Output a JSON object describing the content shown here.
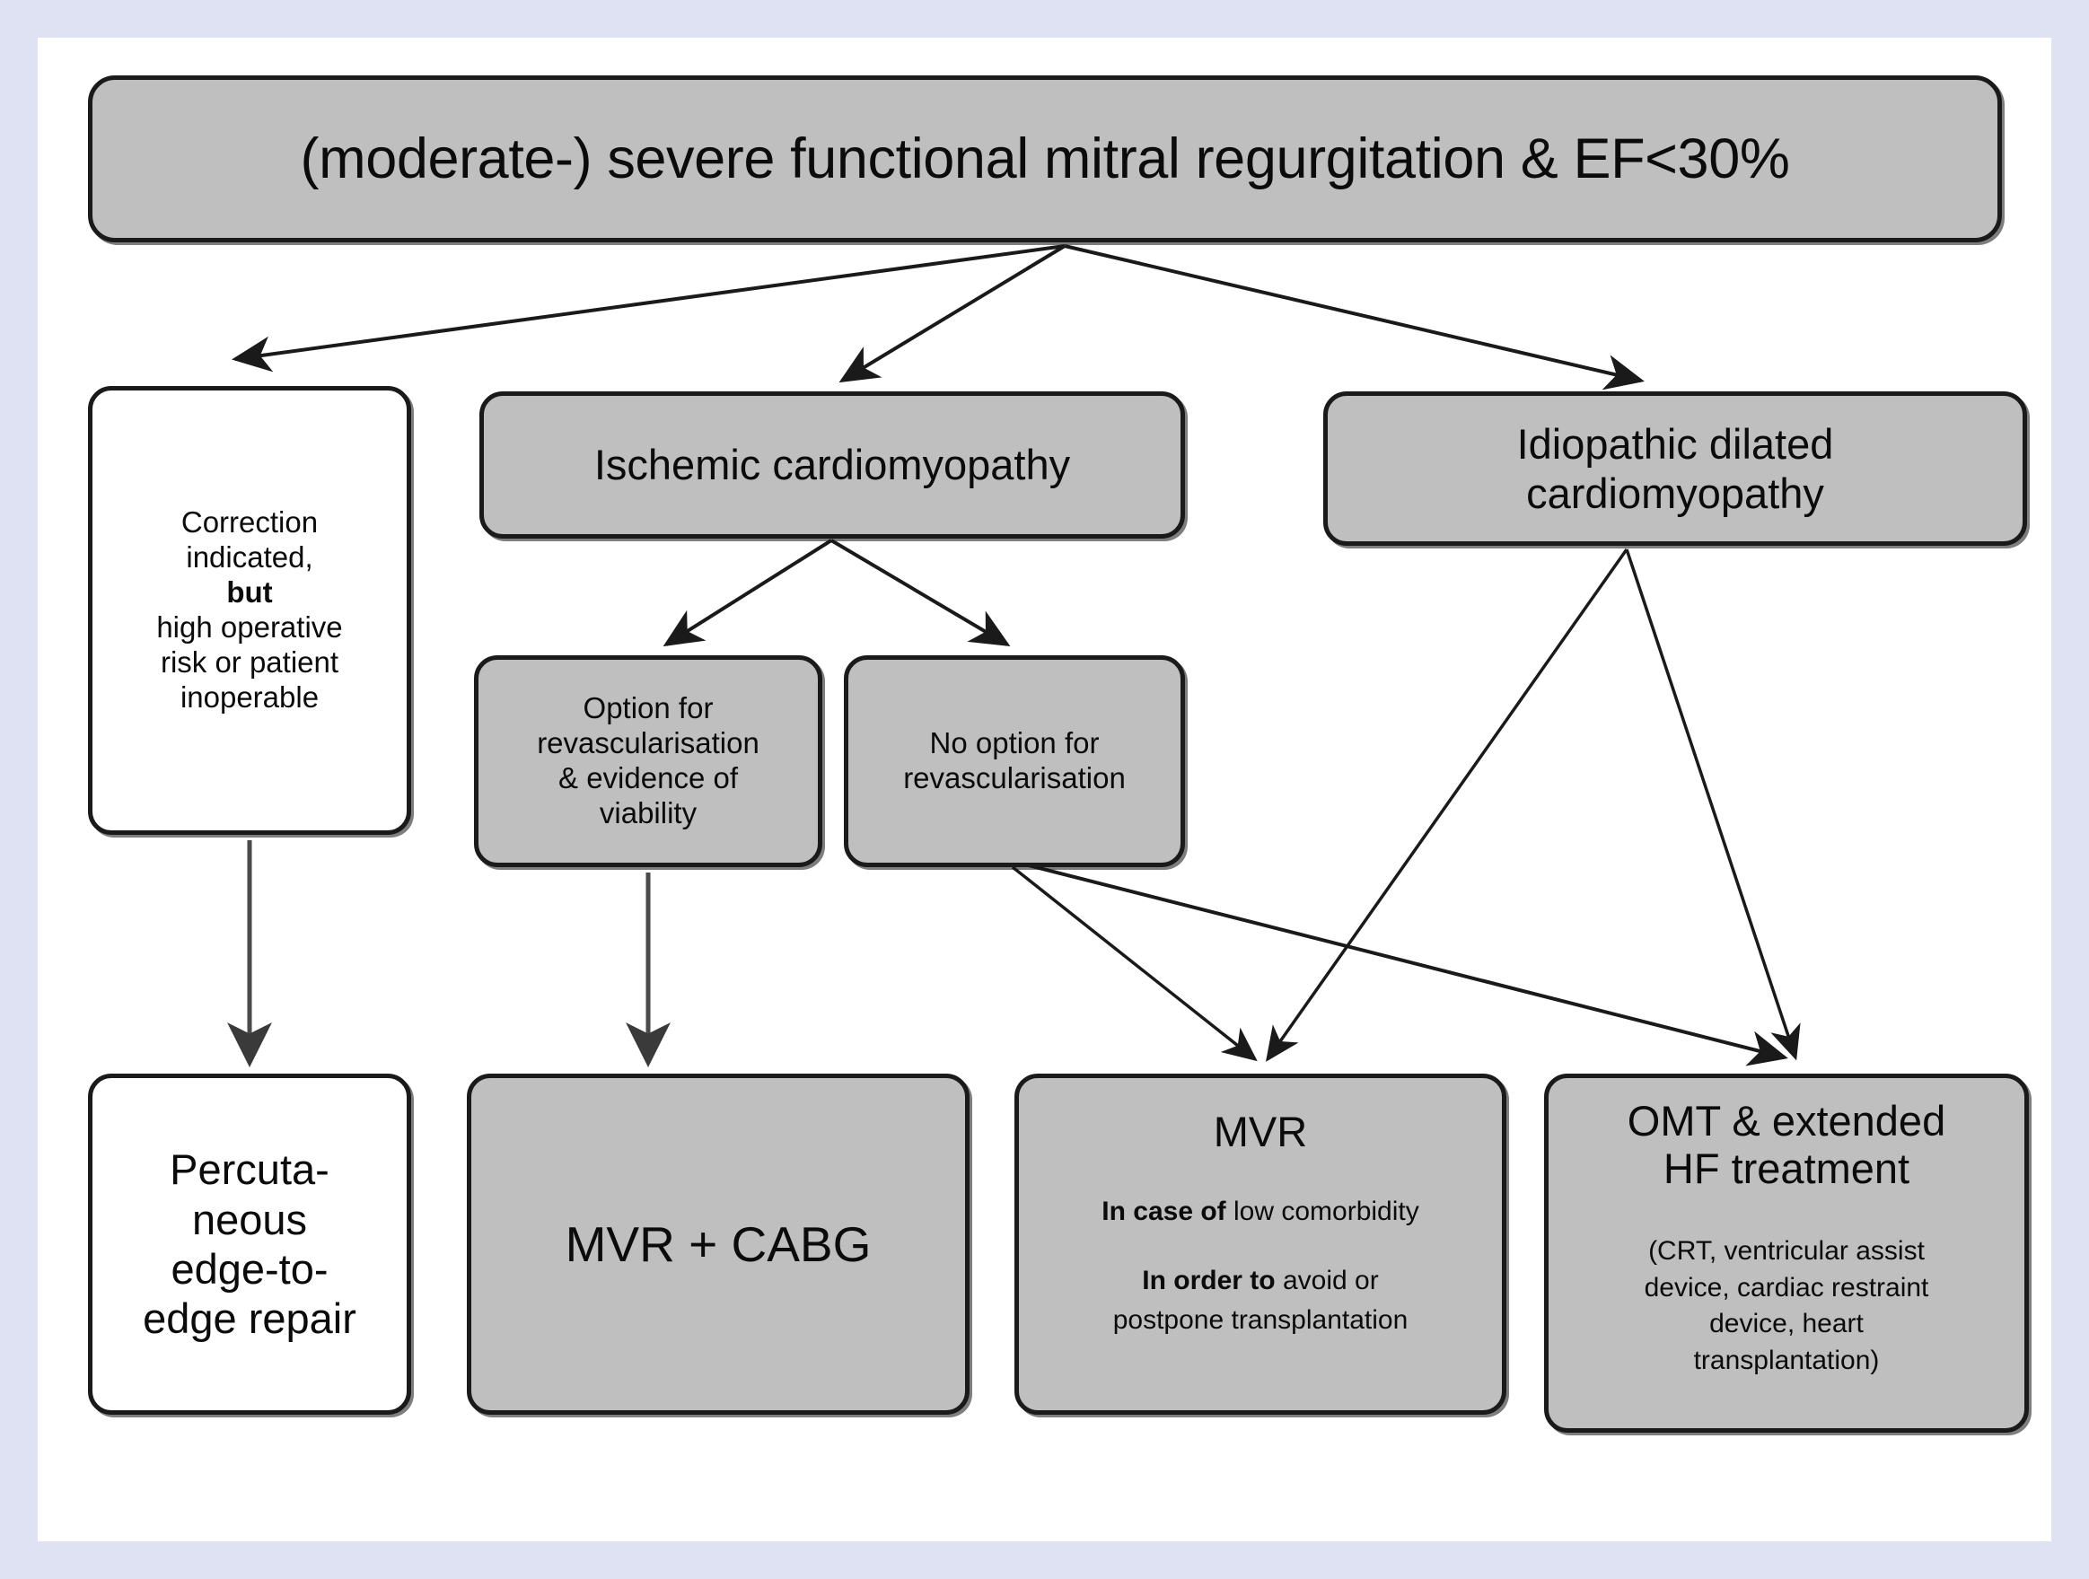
{
  "theme": {
    "frame_color": "#dfe2f2",
    "node_fill_gray": "#bfbfbf",
    "node_fill_white": "#ffffff",
    "node_border": "#1a1a1a",
    "arrow_color": "#1a1a1a",
    "text_color": "#0b0b0b"
  },
  "diagram": {
    "type": "flowchart",
    "title": "(moderate-) severe functional mitral regurgitation & EF<30%",
    "nodes": [
      {
        "id": "title",
        "label": "(moderate-) severe functional mitral regurgitation & EF<30%",
        "fill": "gray"
      },
      {
        "id": "correction",
        "fill": "white",
        "lines": [
          "Correction",
          "indicated,",
          "but",
          "high operative",
          "risk or patient",
          "inoperable"
        ],
        "bold_lines": [
          "but"
        ]
      },
      {
        "id": "ischemic",
        "fill": "gray",
        "label": "Ischemic cardiomyopathy"
      },
      {
        "id": "idiopathic",
        "fill": "gray",
        "lines": [
          "Idiopathic dilated",
          "cardiomyopathy"
        ]
      },
      {
        "id": "option_revasc",
        "fill": "gray",
        "lines": [
          "Option for",
          "revascularisation",
          "& evidence of",
          "viability"
        ]
      },
      {
        "id": "no_option",
        "fill": "gray",
        "lines": [
          "No option for",
          "revascularisation"
        ]
      },
      {
        "id": "percutaneous",
        "fill": "white",
        "lines": [
          "Percuta-",
          "neous",
          "edge-to-",
          "edge repair"
        ]
      },
      {
        "id": "mvr_cabg",
        "fill": "gray",
        "label": "MVR + CABG"
      },
      {
        "id": "mvr",
        "fill": "gray",
        "heading": "MVR",
        "detail_1_bold": "In case of",
        "detail_1_rest": " low comorbidity",
        "detail_2_bold": "In order to",
        "detail_2_rest": " avoid or",
        "detail_2_line2": "postpone transplantation"
      },
      {
        "id": "omt",
        "fill": "gray",
        "heading_line1": "OMT & extended",
        "heading_line2": "HF treatment",
        "note_lines": [
          "(CRT, ventricular assist",
          "device, cardiac restraint",
          "device, heart",
          "transplantation)"
        ]
      }
    ],
    "edges": [
      {
        "from": "title",
        "to": "correction",
        "style": "thin-arrow"
      },
      {
        "from": "title",
        "to": "ischemic",
        "style": "thin-arrow"
      },
      {
        "from": "title",
        "to": "idiopathic",
        "style": "thin-arrow"
      },
      {
        "from": "ischemic",
        "to": "option_revasc",
        "style": "thin-arrow"
      },
      {
        "from": "ischemic",
        "to": "no_option",
        "style": "thin-arrow"
      },
      {
        "from": "correction",
        "to": "percutaneous",
        "style": "thin-arrow"
      },
      {
        "from": "option_revasc",
        "to": "mvr_cabg",
        "style": "thin-arrow"
      },
      {
        "from": "no_option",
        "to": "mvr",
        "style": "thin-arrow"
      },
      {
        "from": "no_option",
        "to": "omt",
        "style": "thin-arrow"
      },
      {
        "from": "idiopathic",
        "to": "mvr",
        "style": "thin-arrow"
      },
      {
        "from": "idiopathic",
        "to": "omt",
        "style": "thin-arrow"
      }
    ]
  }
}
